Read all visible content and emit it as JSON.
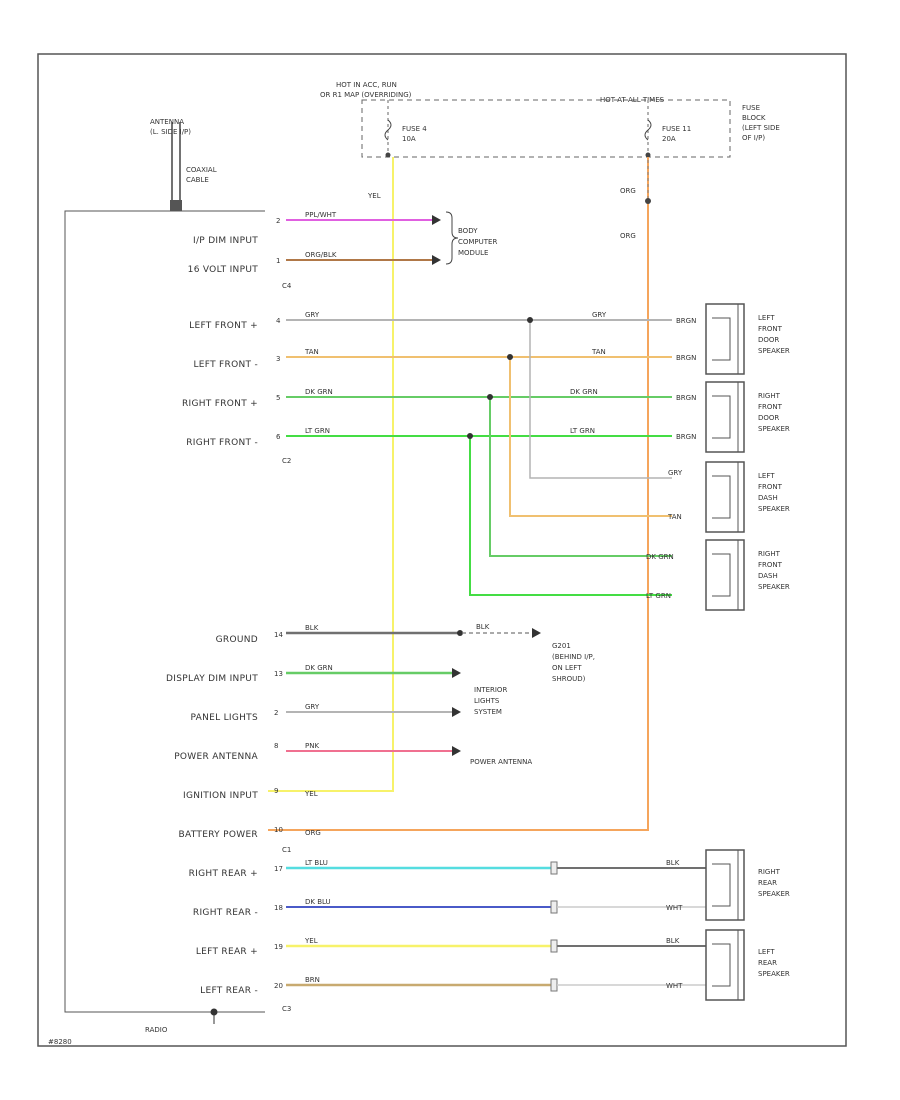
{
  "header": {
    "hot_in_acc_run": "HOT IN ACC, RUN",
    "hot_in_acc_run_2": "OR R1 MAP (OVERRIDING)",
    "hot_at_all_times": "HOT AT ALL TIMES",
    "fuse_4": "FUSE 4",
    "fuse_4_rating": "10A",
    "fuse_11": "FUSE 11",
    "fuse_11_rating": "20A",
    "fuse_block": [
      "FUSE",
      "BLOCK",
      "(LEFT SIDE",
      "OF I/P)"
    ]
  },
  "antenna": [
    "ANTENNA",
    "(L. SIDE I/P)"
  ],
  "coax": [
    "COAXIAL",
    "CABLE"
  ],
  "module": [
    "BODY",
    "COMPUTER",
    "MODULE"
  ],
  "radio_label": "RADIO",
  "figure_id": "#8280",
  "pins": {
    "upper": [
      {
        "label": "I/P DIM INPUT",
        "num": "2",
        "wire": "PPL/WHT"
      },
      {
        "label": "16 VOLT INPUT",
        "num": "1",
        "wire": "ORG/BLK"
      }
    ],
    "middle": [
      {
        "label": "LEFT FRONT +",
        "num": "4",
        "wire": "GRY"
      },
      {
        "label": "LEFT FRONT -",
        "num": "3",
        "wire": "TAN"
      },
      {
        "label": "RIGHT FRONT +",
        "num": "5",
        "wire": "DK GRN"
      },
      {
        "label": "RIGHT FRONT -",
        "num": "6",
        "wire": "LT GRN"
      }
    ],
    "lower": [
      {
        "label": "GROUND",
        "num": "14",
        "wire": "BLK"
      },
      {
        "label": "DISPLAY DIM INPUT",
        "num": "13",
        "wire": "DK GRN"
      },
      {
        "label": "PANEL LIGHTS",
        "num": "2",
        "wire": "GRY"
      },
      {
        "label": "POWER ANTENNA",
        "num": "8",
        "wire": "PNK"
      },
      {
        "label": "IGNITION INPUT",
        "num": "9",
        "wire": "YEL"
      },
      {
        "label": "BATTERY POWER",
        "num": "10",
        "wire": "ORG"
      }
    ],
    "rear": [
      {
        "label": "RIGHT REAR +",
        "num": "17",
        "wire": "LT BLU"
      },
      {
        "label": "RIGHT REAR -",
        "num": "18",
        "wire": "DK BLU"
      },
      {
        "label": "LEFT REAR +",
        "num": "19",
        "wire": "YEL"
      },
      {
        "label": "LEFT REAR -",
        "num": "20",
        "wire": "BRN"
      }
    ]
  },
  "connectors": {
    "upper": "C4",
    "middle": "C2",
    "lower": "C1",
    "rear": "C3"
  },
  "speakers": {
    "left_front_door": [
      "LEFT",
      "FRONT",
      "DOOR",
      "SPEAKER"
    ],
    "right_front_door": [
      "RIGHT",
      "FRONT",
      "DOOR",
      "SPEAKER"
    ],
    "left_front_dash": [
      "LEFT",
      "FRONT",
      "DASH",
      "SPEAKER"
    ],
    "right_front_dash": [
      "RIGHT",
      "FRONT",
      "DASH",
      "SPEAKER"
    ],
    "right_rear": [
      "RIGHT",
      "REAR",
      "SPEAKER"
    ],
    "left_rear": [
      "LEFT",
      "REAR",
      "SPEAKER"
    ]
  },
  "speaker_wires": {
    "door": {
      "gry": "GRY",
      "tan": "TAN",
      "dkgrn": "DK GRN",
      "ltgrn": "LT GRN",
      "pin": "BRGN"
    },
    "dash": {
      "gry": "GRY",
      "tan": "TAN",
      "dkgrn": "DK GRN",
      "ltgrn": "LT GRN"
    },
    "rear": {
      "blk": "BLK",
      "wht": "WHT"
    }
  },
  "wire_labels": {
    "yel": "YEL",
    "org": "ORG"
  },
  "ground": {
    "wire": "BLK",
    "label": [
      "G201",
      "(BEHIND I/P,",
      "ON LEFT",
      "SHROUD)"
    ]
  },
  "interior_lights": [
    "INTERIOR",
    "LIGHTS",
    "SYSTEM"
  ],
  "power_antenna_dest": "POWER ANTENNA",
  "colors": {
    "yel": "#f7f26a",
    "org": "#f5a55c",
    "ppl": "#e060e0",
    "orgblk": "#b07848",
    "gry": "#b4b4b4",
    "tan": "#f0c070",
    "dkgrn": "#66cc66",
    "ltgrn": "#44dd44",
    "blk": "#707070",
    "pnk": "#f07090",
    "ltblu": "#55dde0",
    "dkblu": "#4a5ac8",
    "brn": "#c8aa70",
    "frame": "#555555"
  }
}
